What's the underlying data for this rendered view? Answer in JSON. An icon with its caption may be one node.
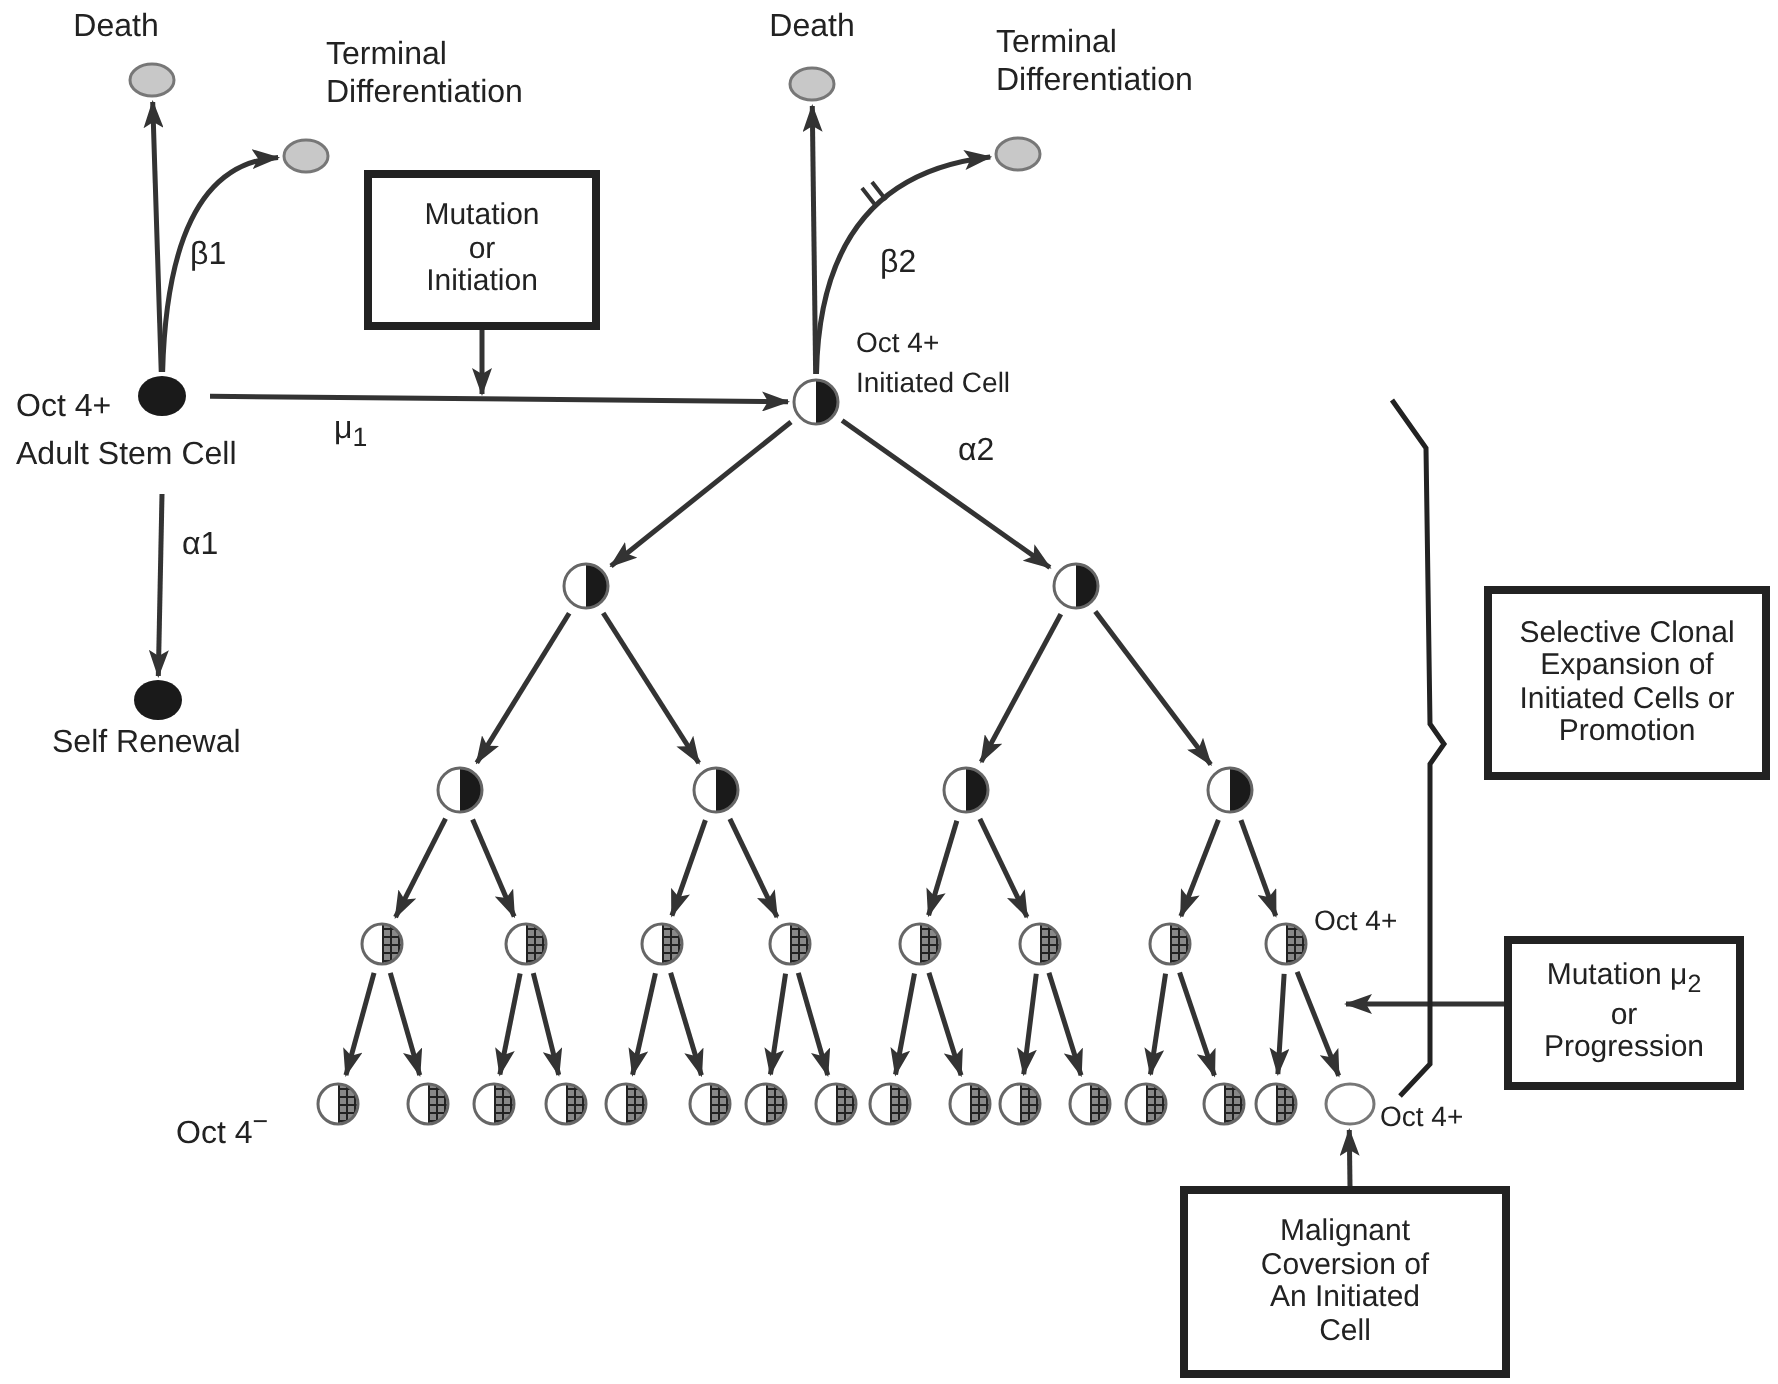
{
  "diagram": {
    "nodes": [
      {
        "text": [],
        "shape": "circle",
        "beside": [
          "Death"
        ]
      },
      {
        "text": [],
        "shape": "circle",
        "beside": [
          "Terminal Differentiation"
        ]
      },
      {
        "text": [],
        "shape": "circle",
        "beside": [
          "Death"
        ]
      },
      {
        "text": [],
        "shape": "circle",
        "beside": [
          "Terminal Differentiation"
        ]
      },
      {
        "text": [
          "Mutation or Initiation"
        ]
      },
      {
        "text": [],
        "shape": "circle",
        "beside": [
          "Oct 4+",
          "Adult Stem Cell"
        ]
      },
      {
        "text": [],
        "shape": "circle",
        "beside": [
          "Oct 4+",
          "Initiated Cell"
        ]
      },
      {
        "text": [
          "Selective Clonal Expansion of Initiated Cells or Promotion"
        ]
      },
      {
        "text": [],
        "shape": "circle",
        "beside": [
          "Self Renewal"
        ]
      },
      {
        "text": [],
        "shape": "circle"
      },
      {
        "text": [],
        "shape": "circle"
      },
      {
        "text": [],
        "shape": "circle"
      },
      {
        "text": [],
        "shape": "circle"
      },
      {
        "text": [],
        "shape": "circle"
      },
      {
        "text": [],
        "shape": "circle"
      },
      {
        "text": [],
        "shape": "circle"
      },
      {
        "text": [],
        "shape": "circle"
      },
      {
        "text": [],
        "shape": "circle"
      },
      {
        "text": [],
        "shape": "circle"
      },
      {
        "text": [],
        "shape": "circle"
      },
      {
        "text": [],
        "shape": "circle"
      },
      {
        "text": [],
        "shape": "circle"
      },
      {
        "text": [],
        "shape": "circle",
        "beside": [
          "Oct 4+"
        ]
      },
      {
        "text": [
          "Mutation μ$_{2}$ or Progression"
        ]
      },
      {
        "text": [],
        "shape": "circle",
        "beside": [
          "Oct 4$^{−}$"
        ]
      },
      {
        "text": [],
        "shape": "circle"
      },
      {
        "text": [],
        "shape": "circle"
      },
      {
        "text": [],
        "shape": "circle"
      },
      {
        "text": [],
        "shape": "circle"
      },
      {
        "text": [],
        "shape": "circle"
      },
      {
        "text": [],
        "shape": "circle"
      },
      {
        "text": [],
        "shape": "circle"
      },
      {
        "text": [],
        "shape": "circle"
      },
      {
        "text": [],
        "shape": "circle"
      },
      {
        "text": [],
        "shape": "circle"
      },
      {
        "text": [],
        "shape": "circle"
      },
      {
        "text": [],
        "shape": "circle"
      },
      {
        "text": [],
        "shape": "circle"
      },
      {
        "text": [],
        "shape": "circle"
      },
      {
        "text": [],
        "shape": "circle",
        "beside": [
          "Oct 4+"
        ]
      },
      {
        "text": [
          "Malignant Coversion of An Initiated Cell"
        ]
      }
    ],
    "edges": [
      {
        "from": 5,
        "to": 0,
        "arrow": "to"
      },
      {
        "from": 5,
        "to": 1,
        "arrow": "to"
      },
      {
        "from": 5,
        "to": 6,
        "arrow": "to",
        "label": "μ$_{1}$"
      },
      {
        "from": 5,
        "to": 8,
        "arrow": "to",
        "label": "α1"
      },
      {
        "from": 4,
        "to": null,
        "arrow": "to"
      },
      {
        "from": 6,
        "to": 2,
        "arrow": "to"
      },
      {
        "from": 6,
        "to": 3,
        "arrow": "to"
      },
      {
        "from": 6,
        "to": 9,
        "arrow": "to"
      },
      {
        "from": 6,
        "to": 10,
        "arrow": "to",
        "label": "α2"
      },
      {
        "from": 9,
        "to": 11,
        "arrow": "to"
      },
      {
        "from": 9,
        "to": 12,
        "arrow": "to"
      },
      {
        "from": 10,
        "to": 13,
        "arrow": "to"
      },
      {
        "from": 10,
        "to": 14,
        "arrow": "to"
      },
      {
        "from": 11,
        "to": 15,
        "arrow": "to"
      },
      {
        "from": 11,
        "to": 16,
        "arrow": "to"
      },
      {
        "from": 12,
        "to": 17,
        "arrow": "to"
      },
      {
        "from": 12,
        "to": 18,
        "arrow": "to"
      },
      {
        "from": 13,
        "to": 19,
        "arrow": "to"
      },
      {
        "from": 13,
        "to": 20,
        "arrow": "to"
      },
      {
        "from": 14,
        "to": 21,
        "arrow": "to"
      },
      {
        "from": 14,
        "to": 22,
        "arrow": "to"
      },
      {
        "from": 15,
        "to": 24,
        "arrow": "to"
      },
      {
        "from": 15,
        "to": 25,
        "arrow": "to"
      },
      {
        "from": 16,
        "to": 26,
        "arrow": "to"
      },
      {
        "from": 16,
        "to": 27,
        "arrow": "to"
      },
      {
        "from": 17,
        "to": 28,
        "arrow": "to"
      },
      {
        "from": 17,
        "to": 29,
        "arrow": "to"
      },
      {
        "from": 18,
        "to": 30,
        "arrow": "to"
      },
      {
        "from": 18,
        "to": 31,
        "arrow": "to"
      },
      {
        "from": 19,
        "to": 32,
        "arrow": "to"
      },
      {
        "from": 19,
        "to": 33,
        "arrow": "to"
      },
      {
        "from": 20,
        "to": 34,
        "arrow": "to"
      },
      {
        "from": 20,
        "to": 35,
        "arrow": "to"
      },
      {
        "from": 21,
        "to": 36,
        "arrow": "to"
      },
      {
        "from": 21,
        "to": 37,
        "arrow": "to"
      },
      {
        "from": 22,
        "to": 38,
        "arrow": "to"
      },
      {
        "from": 22,
        "to": 39,
        "arrow": "to"
      },
      {
        "from": 23,
        "to": null,
        "arrow": "to"
      },
      {
        "from": 40,
        "to": 39,
        "arrow": "to"
      }
    ],
    "labels": [
      "β1",
      "β2"
    ]
  }
}
